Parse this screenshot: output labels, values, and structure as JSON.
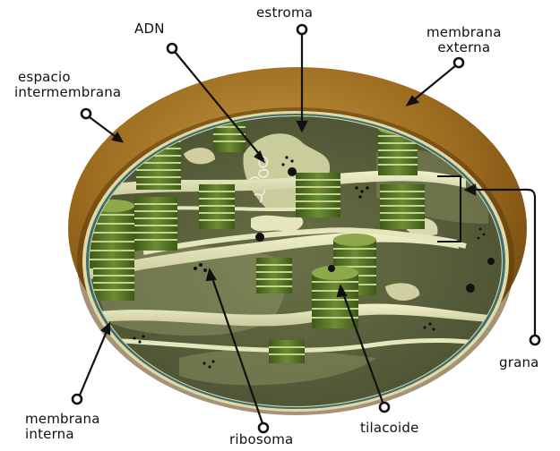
{
  "labels": {
    "adn": "ADN",
    "estroma": "estroma",
    "membrana_externa": [
      "membrana",
      "externa"
    ],
    "espacio_intermembrana": [
      "espacio",
      "intermembrana"
    ],
    "grana": "grana",
    "membrana_interna": [
      "membrana",
      "interna"
    ],
    "ribosoma": "ribosoma",
    "tilacoide": "tilacoide"
  },
  "colors": {
    "outer_membrane": "#8a5a14",
    "outer_membrane_light": "#c0913a",
    "inner_membrane": "#3b6f74",
    "stroma": "#585f3c",
    "thylakoid_membrane": "#e6e6bc",
    "grana_stack": "#4d6e22",
    "grana_top": "#8da94a",
    "ribosome": "#111111",
    "pointer": "#111111"
  }
}
